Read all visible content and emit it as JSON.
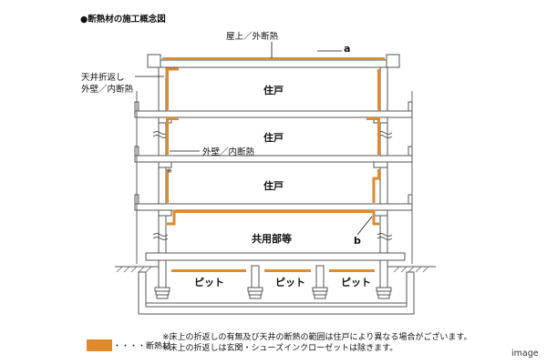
{
  "title": "●断熱材の施工概念図",
  "labels": {
    "roof_insulation": "屋上／外断熱",
    "ceiling_fold_line1": "天井折返し",
    "ceiling_fold_line2": "外壁／内断熱",
    "wall_insulation": "外壁／内断熱",
    "mark_a": "a",
    "mark_b": "b",
    "kome": "※"
  },
  "rooms": {
    "unit_top": "住戸",
    "unit_mid": "住戸",
    "unit_low": "住戸",
    "common": "共用部等",
    "pit_1": "ピット",
    "pit_2": "ピット",
    "pit_3": "ピット"
  },
  "legend": {
    "label": "・・・・断熱材",
    "color": "#E08A2E"
  },
  "notes": {
    "note1": "※床上の折返しの有無及び天井の断熱の範囲は住戸により異なる場合がございます。",
    "note2": "※床上の折返しは玄関・シューズインクローゼットは除きます。"
  },
  "corner_label": "image"
}
